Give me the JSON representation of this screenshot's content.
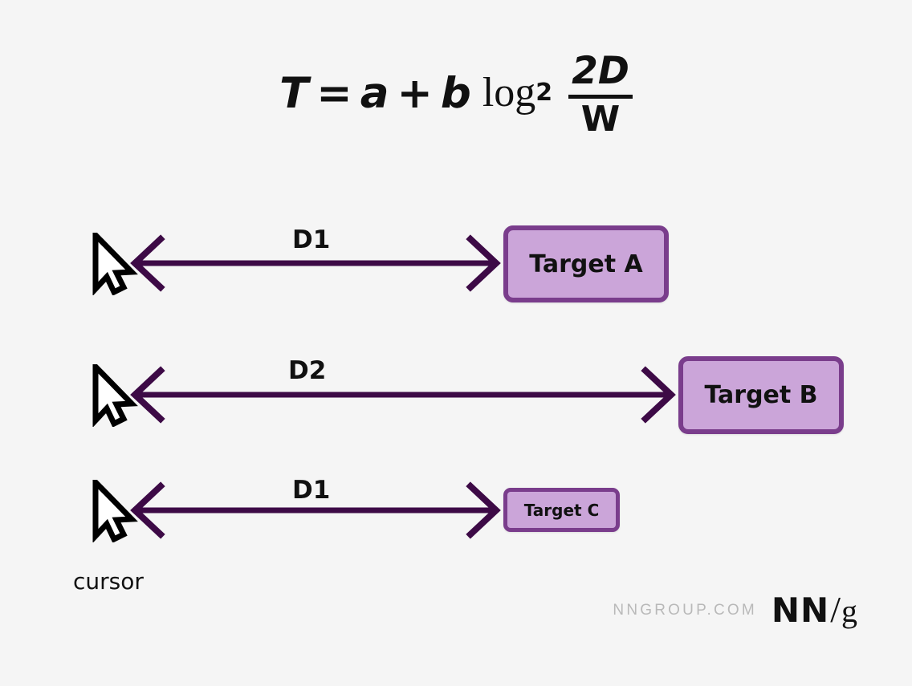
{
  "background_color": "#f5f5f5",
  "formula": {
    "full_text": "T = a + b log2 2D/W",
    "lhs": "T",
    "equals": "=",
    "intercept": "a",
    "plus": "+",
    "slope": "b",
    "log": "log",
    "log_base": "2",
    "numerator": "2D",
    "denominator": "W"
  },
  "colors": {
    "arrow": "#3d0a46",
    "target_fill": "#cba5d9",
    "target_border": "#7a3d8c",
    "text": "#111111",
    "footer_site": "#b9b9b9"
  },
  "rows": [
    {
      "distance_label": "D1",
      "target_label": "Target A",
      "cursor_name": "cursor"
    },
    {
      "distance_label": "D2",
      "target_label": "Target B",
      "cursor_name": "cursor"
    },
    {
      "distance_label": "D1",
      "target_label": "Target C",
      "cursor_name": "cursor"
    }
  ],
  "cursor_caption": "cursor",
  "footer": {
    "site": "NNGROUP.COM",
    "logo_nn": "NN",
    "logo_slash": "/",
    "logo_g": "g"
  }
}
